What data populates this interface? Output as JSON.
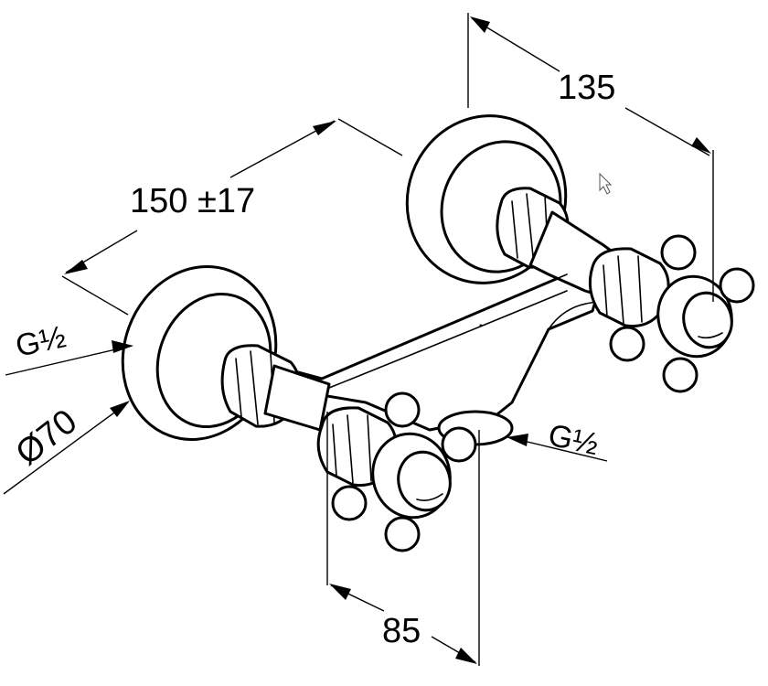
{
  "dimensions": {
    "depth": "135",
    "centers": "150 ±17",
    "thread_left": "G½",
    "diameter": "Ø70",
    "thread_bottom": "G½",
    "height": "85"
  },
  "icons": {
    "cursor": "arrow-cursor-icon"
  }
}
